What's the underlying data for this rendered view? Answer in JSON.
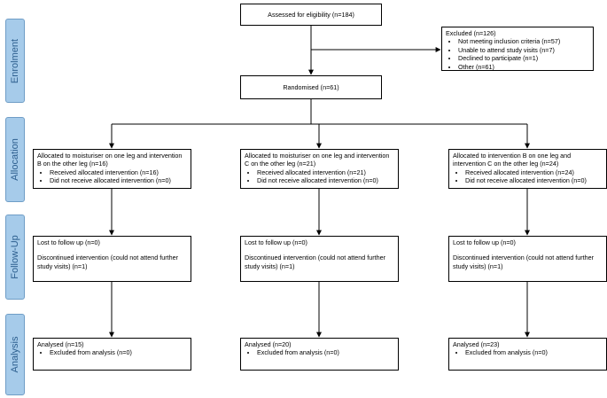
{
  "stages": [
    "Enrolment",
    "Allocation",
    "Follow-Up",
    "Analysis"
  ],
  "assessed": "Assessed for eligibility (n=184)",
  "excluded": {
    "title": "Excluded (n=126)",
    "items": [
      "Not meeting inclusion criteria (n=57)",
      "Unable to attend study visits (n=7)",
      "Declined to participate (n=1)",
      "Other (n=61)"
    ]
  },
  "randomised": "Randomised (n=61)",
  "arms": [
    {
      "allocation": {
        "title": "Allocated to moisturiser on one leg and intervention B on the other leg (n=16)",
        "items": [
          "Received allocated intervention (n=16)",
          "Did not receive allocated intervention (n=0)"
        ]
      },
      "followup": {
        "lost": "Lost to follow up (n=0)",
        "discontinued": "Discontinued intervention (could not attend further study visits) (n=1)"
      },
      "analysis": {
        "title": "Analysed (n=15)",
        "items": [
          "Excluded from analysis (n=0)"
        ]
      }
    },
    {
      "allocation": {
        "title": "Allocated to moisturiser on one leg and intervention C on the other leg (n=21)",
        "items": [
          "Received allocated intervention (n=21)",
          "Did not receive allocated intervention (n=0)"
        ]
      },
      "followup": {
        "lost": "Lost to follow up (n=0)",
        "discontinued": "Discontinued intervention (could not attend further study visits) (n=1)"
      },
      "analysis": {
        "title": "Analysed (n=20)",
        "items": [
          "Excluded from analysis (n=0)"
        ]
      }
    },
    {
      "allocation": {
        "title": "Allocated to intervention B on one leg and intervention C on the other leg (n=24)",
        "items": [
          "Received allocated intervention (n=24)",
          "Did not receive allocated intervention (n=0)"
        ]
      },
      "followup": {
        "lost": "Lost to follow up (n=0)",
        "discontinued": "Discontinued intervention (could not attend further study visits) (n=1)"
      },
      "analysis": {
        "title": "Analysed (n=23)",
        "items": [
          "Excluded from analysis (n=0)"
        ]
      }
    }
  ]
}
